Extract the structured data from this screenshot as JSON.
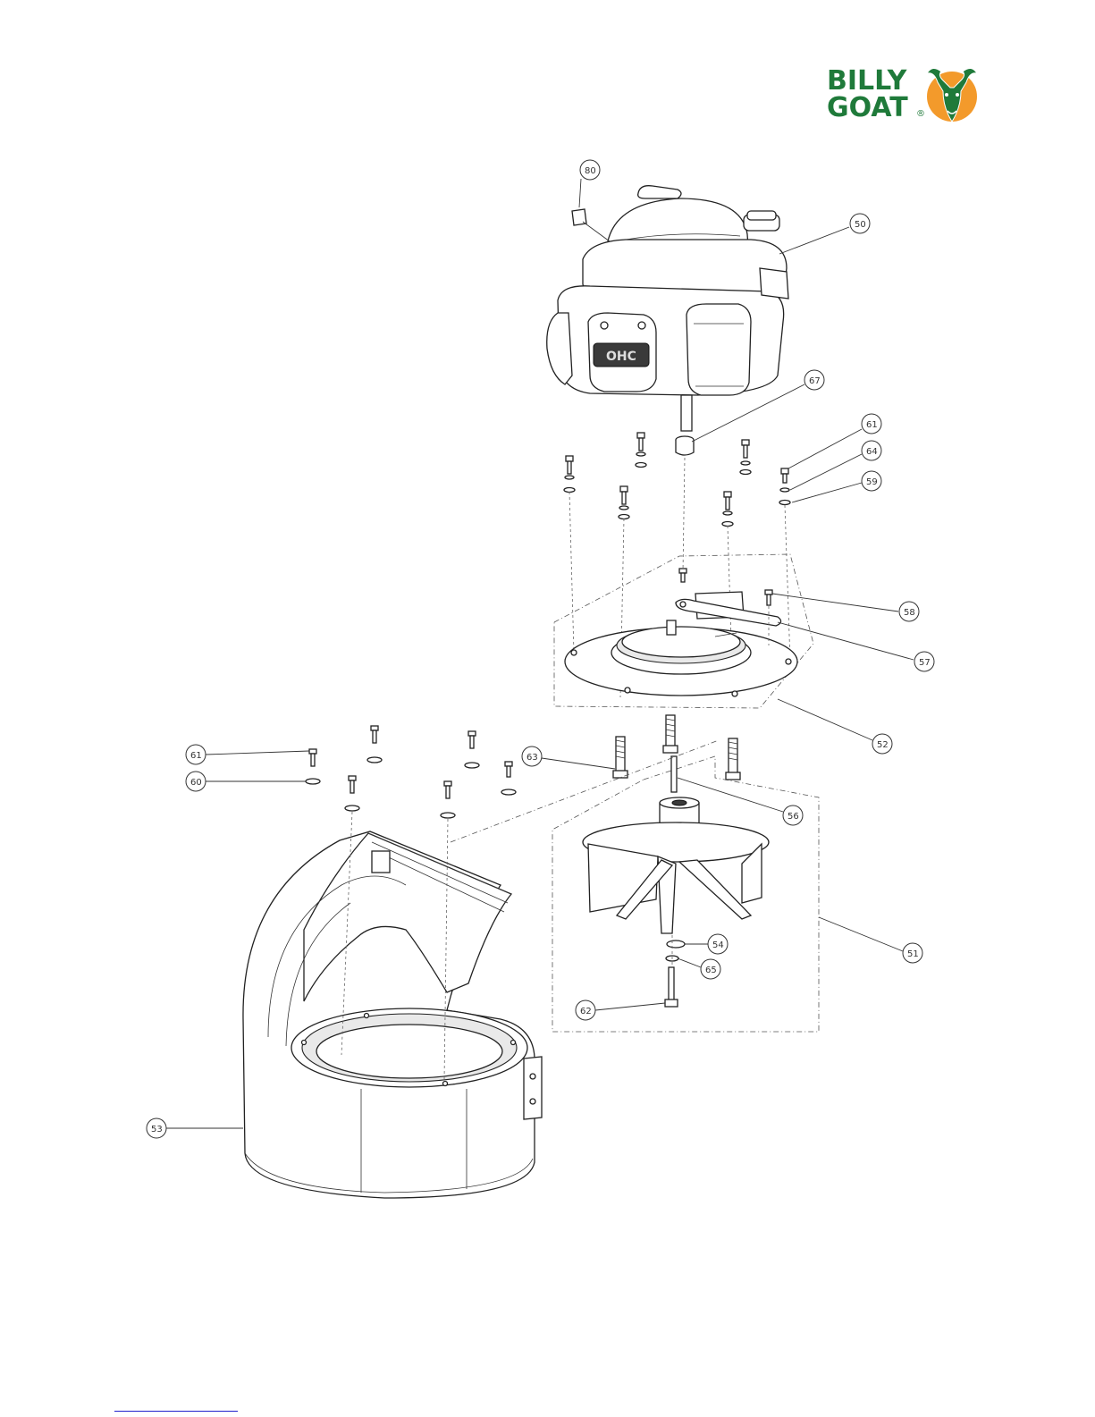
{
  "logo": {
    "line1": "BILLY",
    "line2": "GOAT",
    "registered": "®",
    "colors": {
      "green": "#1f7a3a",
      "orange": "#f39a2b"
    },
    "icon": "goat-head-icon"
  },
  "callouts": [
    {
      "id": "c80",
      "label": "80"
    },
    {
      "id": "c50",
      "label": "50"
    },
    {
      "id": "c67",
      "label": "67"
    },
    {
      "id": "c61a",
      "label": "61"
    },
    {
      "id": "c64",
      "label": "64"
    },
    {
      "id": "c59",
      "label": "59"
    },
    {
      "id": "c58",
      "label": "58"
    },
    {
      "id": "c57",
      "label": "57"
    },
    {
      "id": "c52",
      "label": "52"
    },
    {
      "id": "c61b",
      "label": "61"
    },
    {
      "id": "c60",
      "label": "60"
    },
    {
      "id": "c63",
      "label": "63"
    },
    {
      "id": "c56",
      "label": "56"
    },
    {
      "id": "c51",
      "label": "51"
    },
    {
      "id": "c54",
      "label": "54"
    },
    {
      "id": "c65",
      "label": "65"
    },
    {
      "id": "c62",
      "label": "62"
    },
    {
      "id": "c53",
      "label": "53"
    }
  ],
  "engine": {
    "badge": "OHC"
  }
}
